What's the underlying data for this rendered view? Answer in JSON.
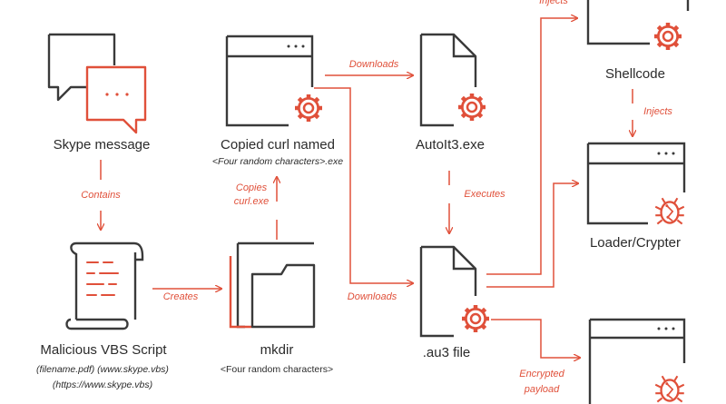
{
  "colors": {
    "dark": "#3a3a3a",
    "accent": "#e0503a"
  },
  "nodes": {
    "skype": {
      "label": "Skype message"
    },
    "vbs": {
      "label": "Malicious VBS Script",
      "sub1": "(filename.pdf) (www.skype.vbs)",
      "sub2": "(https://www.skype.vbs)"
    },
    "curl": {
      "label": "Copied curl named",
      "sub": "<Four random characters>.exe"
    },
    "mkdir": {
      "label": "mkdir",
      "sub": "<Four random characters>"
    },
    "autoit": {
      "label": "AutoIt3.exe"
    },
    "au3": {
      "label": ".au3 file"
    },
    "shellcode": {
      "label": "Shellcode"
    },
    "loader": {
      "label": "Loader/Crypter"
    }
  },
  "edges": {
    "contains": "Contains",
    "creates": "Creates",
    "copies_1": "Copies",
    "copies_2": "curl.exe",
    "downloads_top": "Downloads",
    "downloads_bottom": "Downloads",
    "executes": "Executes",
    "injects_top": "Injects",
    "injects": "Injects",
    "encrypted_1": "Encrypted",
    "encrypted_2": "payload"
  }
}
